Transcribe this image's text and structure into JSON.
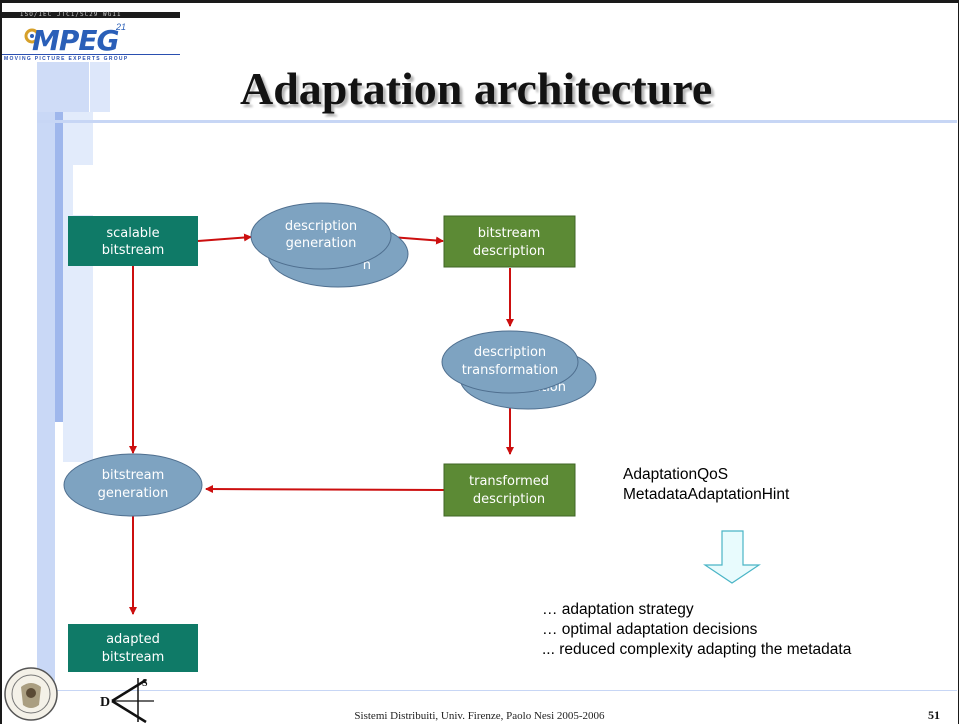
{
  "slide": {
    "title": "Adaptation architecture",
    "footer": "Sistemi Distribuiti, Univ. Firenze, Paolo Nesi 2005-2006",
    "page_number": "51"
  },
  "logo": {
    "word": "MPEG",
    "top_text": "ISO/IEC JTC1/SC29 WG11",
    "sub_text": "MOVING PICTURE EXPERTS GROUP",
    "superscript": "21"
  },
  "nodes": {
    "scalable_bitstream": {
      "line1": "scalable",
      "line2": "bitstream"
    },
    "description_generation": {
      "line1": "description",
      "line2": "generation",
      "shadow_tail": "n"
    },
    "bitstream_description": {
      "line1": "bitstream",
      "line2": "description"
    },
    "description_transformation": {
      "line1": "description",
      "line2": "transformation",
      "shadow_tail": "ation"
    },
    "transformed_description": {
      "line1": "transformed",
      "line2": "description"
    },
    "bitstream_generation": {
      "line1": "bitstream",
      "line2": "generation"
    },
    "adapted_bitstream": {
      "line1": "adapted",
      "line2": "bitstream"
    }
  },
  "tools": {
    "line1": "AdaptationQoS",
    "line2": "MetadataAdaptationHint"
  },
  "outcomes": [
    "… adaptation strategy",
    "… optimal adaptation decisions",
    "... reduced complexity adapting the metadata"
  ],
  "colors": {
    "teal_box": "#0f7a67",
    "green_box": "#5c8a35",
    "ellipse": "#7ea3c1",
    "arrow": "#cc0f0f",
    "deco_blue": "#c9d8f6"
  },
  "icons": [
    "mpeg-logo",
    "university-seal-icon",
    "compass-icon",
    "down-arrow-icon"
  ]
}
